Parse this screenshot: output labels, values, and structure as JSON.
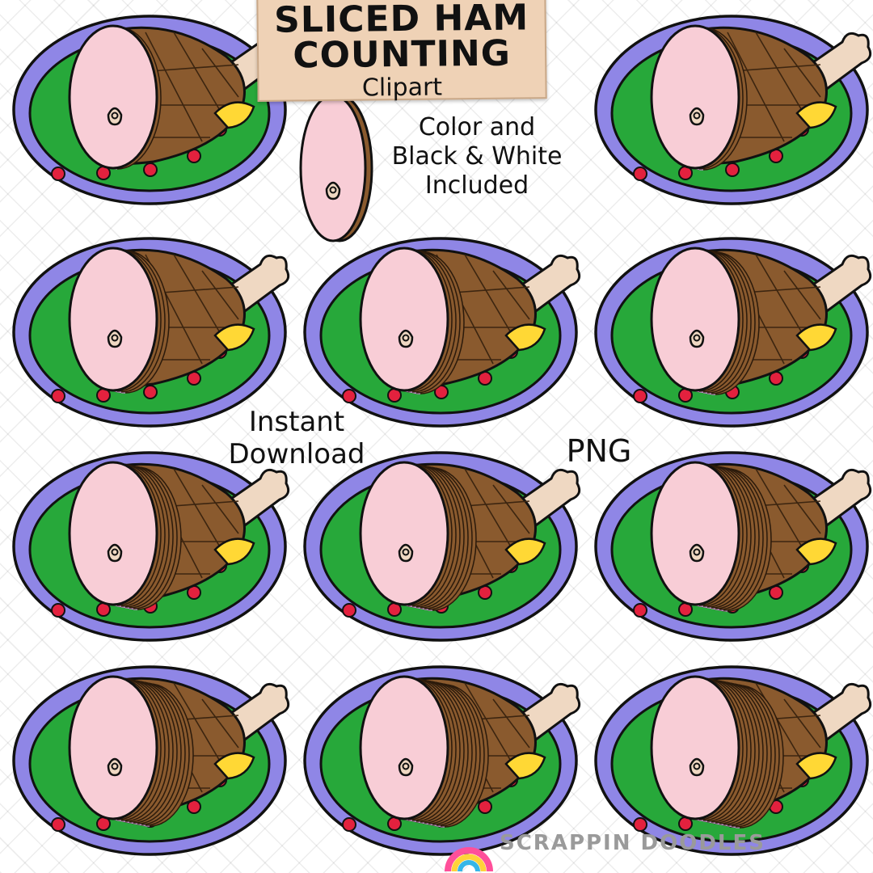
{
  "header": {
    "title_line1": "SLICED HAM",
    "title_line2": "COUNTING",
    "subtitle": "Clipart"
  },
  "captions": {
    "color_line1": "Color and",
    "color_line2": "Black & White",
    "color_line3": "Included",
    "instant_line1": "Instant",
    "instant_line2": "Download",
    "format": "PNG"
  },
  "brand": {
    "logo_text": "SCRAPPIN DOODLES"
  },
  "colors": {
    "plate": "#8f86e6",
    "lettuce": "#27a83a",
    "ham_glaze": "#8a5a2e",
    "ham_face": "#f8cdd6",
    "bone": "#efd8c2",
    "lemon": "#ffd835",
    "cherry": "#e3213e",
    "tag": "#efd2b6"
  },
  "items": [
    {
      "label": "ham-1-slice",
      "slices": 1
    },
    {
      "label": "ham-2-slices",
      "slices": 2
    },
    {
      "label": "ham-3-slices",
      "slices": 3
    },
    {
      "label": "ham-4-slices",
      "slices": 4
    },
    {
      "label": "ham-5-slices",
      "slices": 5
    },
    {
      "label": "ham-6-slices",
      "slices": 6
    },
    {
      "label": "ham-7-slices",
      "slices": 7
    },
    {
      "label": "ham-8-slices",
      "slices": 8
    },
    {
      "label": "ham-9-slices",
      "slices": 9
    },
    {
      "label": "ham-10-slices",
      "slices": 10
    },
    {
      "label": "ham-11-slices",
      "slices": 11
    }
  ]
}
